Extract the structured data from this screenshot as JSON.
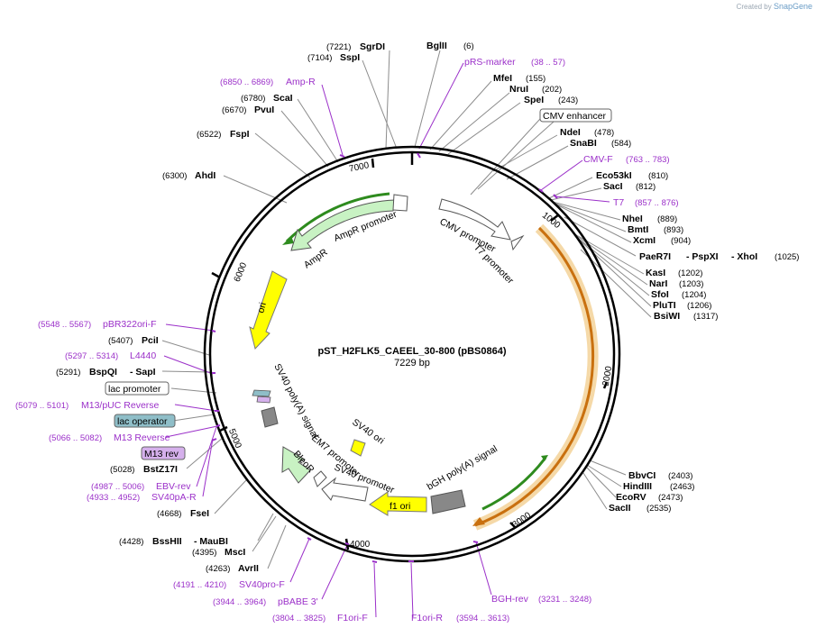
{
  "app": {
    "credit_prefix": "Created by",
    "credit_brand": "SnapGene"
  },
  "plasmid": {
    "name": "pST_H2FLK5_CAEEL_30-800 (pBS0864)",
    "size": "7229 bp"
  },
  "ticks": [
    "1000",
    "2000",
    "3000",
    "4000",
    "5000",
    "6000",
    "7000"
  ],
  "enzymes": [
    {
      "name": "SgrDI",
      "pos": "(7221)"
    },
    {
      "name": "SspI",
      "pos": "(7104)"
    },
    {
      "name": "BglII",
      "pos": "(6)"
    },
    {
      "name": "MfeI",
      "pos": "(155)"
    },
    {
      "name": "NruI",
      "pos": "(202)"
    },
    {
      "name": "SpeI",
      "pos": "(243)"
    },
    {
      "name": "NdeI",
      "pos": "(478)"
    },
    {
      "name": "SnaBI",
      "pos": "(584)"
    },
    {
      "name": "Eco53kI",
      "pos": "(810)"
    },
    {
      "name": "SacI",
      "pos": "(812)"
    },
    {
      "name": "NheI",
      "pos": "(889)"
    },
    {
      "name": "BmtI",
      "pos": "(893)"
    },
    {
      "name": "XcmI",
      "pos": "(904)"
    },
    {
      "name": "PaeR7I",
      "pos": ""
    },
    {
      "name": "- PspXI",
      "pos": ""
    },
    {
      "name": "- XhoI",
      "pos": "(1025)"
    },
    {
      "name": "KasI",
      "pos": "(1202)"
    },
    {
      "name": "NarI",
      "pos": "(1203)"
    },
    {
      "name": "SfoI",
      "pos": "(1204)"
    },
    {
      "name": "PluTI",
      "pos": "(1206)"
    },
    {
      "name": "BsiWI",
      "pos": "(1317)"
    },
    {
      "name": "BbvCI",
      "pos": "(2403)"
    },
    {
      "name": "HindIII",
      "pos": "(2463)"
    },
    {
      "name": "EcoRV",
      "pos": "(2473)"
    },
    {
      "name": "SacII",
      "pos": "(2535)"
    },
    {
      "name": "ScaI",
      "pos": "(6780)"
    },
    {
      "name": "PvuI",
      "pos": "(6670)"
    },
    {
      "name": "FspI",
      "pos": "(6522)"
    },
    {
      "name": "AhdI",
      "pos": "(6300)"
    },
    {
      "name": "PciI",
      "pos": "(5407)"
    },
    {
      "name": "BspQI",
      "pos": "(5291)"
    },
    {
      "name": "- SapI",
      "pos": ""
    },
    {
      "name": "BstZ17I",
      "pos": "(5028)"
    },
    {
      "name": "FseI",
      "pos": "(4668)"
    },
    {
      "name": "BssHII",
      "pos": "(4428)"
    },
    {
      "name": "- MauBI",
      "pos": ""
    },
    {
      "name": "MscI",
      "pos": "(4395)"
    },
    {
      "name": "AvrII",
      "pos": "(4263)"
    }
  ],
  "primers": [
    {
      "name": "pRS-marker",
      "pos": "(38 .. 57)"
    },
    {
      "name": "Amp-R",
      "pos": "(6850 .. 6869)"
    },
    {
      "name": "CMV-F",
      "pos": "(763 .. 783)"
    },
    {
      "name": "T7",
      "pos": "(857 .. 876)"
    },
    {
      "name": "pBR322ori-F",
      "pos": "(5548 .. 5567)"
    },
    {
      "name": "L4440",
      "pos": "(5297 .. 5314)"
    },
    {
      "name": "M13/pUC Reverse",
      "pos": "(5079 .. 5101)"
    },
    {
      "name": "M13 Reverse",
      "pos": "(5066 .. 5082)"
    },
    {
      "name": "EBV-rev",
      "pos": "(4987 .. 5006)"
    },
    {
      "name": "SV40pA-R",
      "pos": "(4933 .. 4952)"
    },
    {
      "name": "SV40pro-F",
      "pos": "(4191 .. 4210)"
    },
    {
      "name": "pBABE 3'",
      "pos": "(3944 .. 3964)"
    },
    {
      "name": "F1ori-F",
      "pos": "(3804 .. 3825)"
    },
    {
      "name": "F1ori-R",
      "pos": "(3594 .. 3613)"
    },
    {
      "name": "BGH-rev",
      "pos": "(3231 .. 3248)"
    }
  ],
  "boxed_labels": [
    "CMV enhancer",
    "lac promoter",
    "lac operator",
    "M13 rev"
  ],
  "features": [
    "AmpR promoter",
    "AmpR",
    "CMV promoter",
    "T7 promoter",
    "ori",
    "SV40 poly(A) signal",
    "SV40 ori",
    "EM7 promoter",
    "BleoR",
    "SV40 promoter",
    "f1 ori",
    "bGH poly(A) signal"
  ],
  "colors": {
    "primer": "#9b30c9",
    "enzyme_line": "#8c8c8c",
    "orf_highlight": "#f5d9a8",
    "orf_arrow": "#c9700f",
    "amp_green": "#2e8b1e",
    "feature_green": "#c8f2c3",
    "ori_yellow": "#ffff00",
    "lac_operator": "#8fbec8",
    "m13_box": "#d5b0ec"
  }
}
